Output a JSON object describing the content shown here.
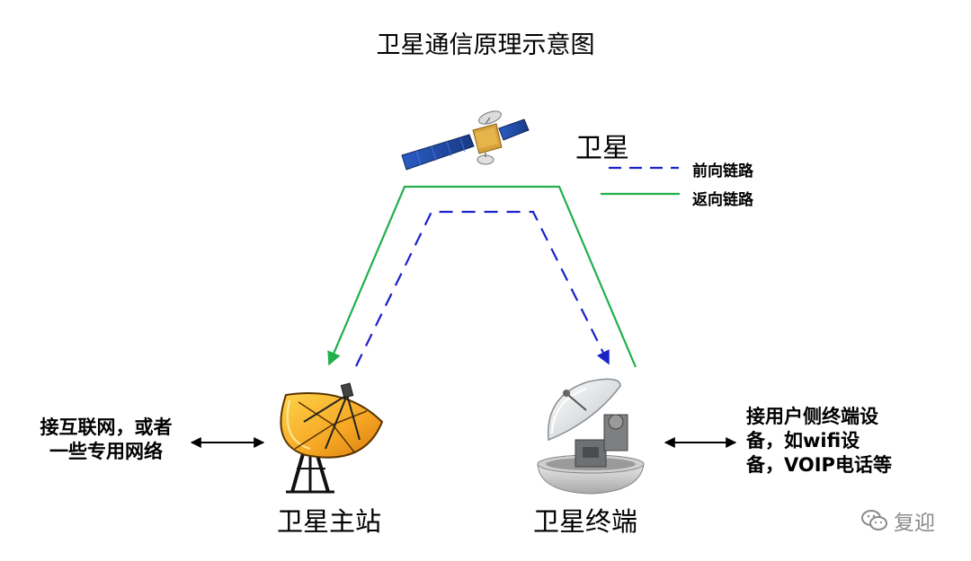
{
  "title": "卫星通信原理示意图",
  "satellite": {
    "label": "卫星"
  },
  "legend": {
    "forward": {
      "label": "前向链路",
      "color": "#1a22c8",
      "style": "dashed"
    },
    "return": {
      "label": "返向链路",
      "color": "#1fb04a",
      "style": "solid"
    }
  },
  "hub_station": {
    "label": "卫星主站",
    "side_text": [
      "接互联网，或者",
      "一些专用网络"
    ]
  },
  "terminal": {
    "label": "卫星终端",
    "side_text": [
      "接用户侧终端设",
      "备，如wifi设",
      "备，VOIP电话等"
    ]
  },
  "watermark": {
    "text": "复迎",
    "icon": "wechat-icon"
  },
  "colors": {
    "dish_orange": "#f5a623",
    "panel_blue": "#1f4aa0",
    "arrow_black": "#000000"
  }
}
